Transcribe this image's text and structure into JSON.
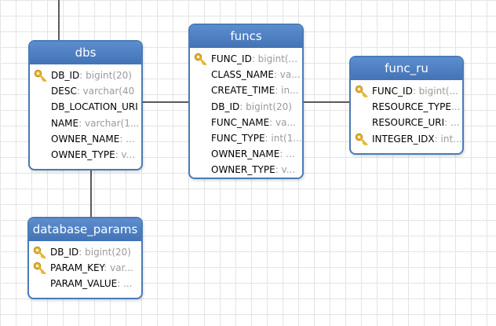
{
  "diagram": {
    "tables": [
      {
        "id": "dbs",
        "title": "dbs",
        "fields": [
          {
            "name": "DB_ID",
            "type": ": bigint(20)",
            "key": true
          },
          {
            "name": "DESC",
            "type": ": varchar(40",
            "key": false
          },
          {
            "name": "DB_LOCATION_URI",
            "type": "",
            "key": false
          },
          {
            "name": "NAME",
            "type": ": varchar(1...",
            "key": false
          },
          {
            "name": "OWNER_NAME",
            "type": ": ...",
            "key": false
          },
          {
            "name": "OWNER_TYPE",
            "type": ": v...",
            "key": false
          }
        ]
      },
      {
        "id": "funcs",
        "title": "funcs",
        "fields": [
          {
            "name": "FUNC_ID",
            "type": ": bigint(...",
            "key": true
          },
          {
            "name": "CLASS_NAME",
            "type": ": va...",
            "key": false
          },
          {
            "name": "CREATE_TIME",
            "type": ": in...",
            "key": false
          },
          {
            "name": "DB_ID",
            "type": ": bigint(20)",
            "key": false
          },
          {
            "name": "FUNC_NAME",
            "type": ": va...",
            "key": false
          },
          {
            "name": "FUNC_TYPE",
            "type": ": int(1...",
            "key": false
          },
          {
            "name": "OWNER_NAME",
            "type": ": ...",
            "key": false
          },
          {
            "name": "OWNER_TYPE",
            "type": ": v...",
            "key": false
          }
        ]
      },
      {
        "id": "func_ru",
        "title": "func_ru",
        "fields": [
          {
            "name": "FUNC_ID",
            "type": ": bigint(...",
            "key": true
          },
          {
            "name": "RESOURCE_TYPE",
            "type": "...",
            "key": false
          },
          {
            "name": "RESOURCE_URI",
            "type": ": ...",
            "key": false
          },
          {
            "name": "INTEGER_IDX",
            "type": ": int...",
            "key": true
          }
        ]
      },
      {
        "id": "database_params",
        "title": "database_params",
        "fields": [
          {
            "name": "DB_ID",
            "type": ": bigint(20)",
            "key": true
          },
          {
            "name": "PARAM_KEY",
            "type": ": var...",
            "key": true
          },
          {
            "name": "PARAM_VALUE",
            "type": ": ...",
            "key": false
          }
        ]
      }
    ],
    "colors": {
      "header": "#4a7bb7",
      "border": "#4a7bb7",
      "key_icon": "#e8b230",
      "type_text": "#9a9a9a",
      "connector": "#5a5a5a"
    },
    "icons": {
      "primary_key": "key-icon"
    }
  }
}
